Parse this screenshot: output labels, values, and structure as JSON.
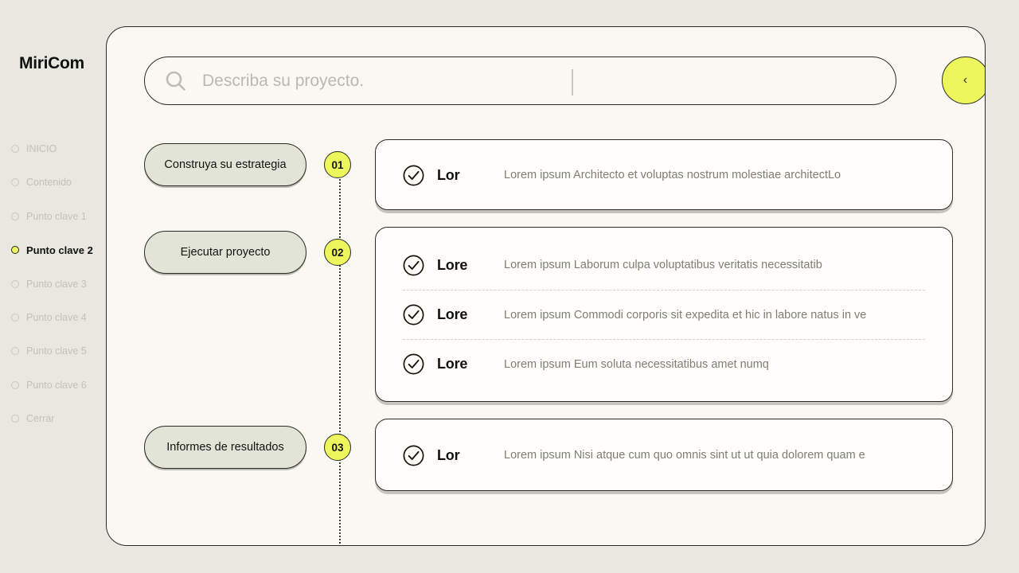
{
  "brand": "MiriCom",
  "sidebar": {
    "items": [
      {
        "label": "INICIO",
        "active": false
      },
      {
        "label": "Contenido",
        "active": false
      },
      {
        "label": "Punto clave 1",
        "active": false
      },
      {
        "label": "Punto clave 2",
        "active": true
      },
      {
        "label": "Punto clave 3",
        "active": false
      },
      {
        "label": "Punto clave 4",
        "active": false
      },
      {
        "label": "Punto clave 5",
        "active": false
      },
      {
        "label": "Punto clave 6",
        "active": false
      },
      {
        "label": "Cerrar",
        "active": false
      }
    ]
  },
  "search": {
    "placeholder": "Describa su proyecto.",
    "value": "",
    "icon": "search-icon"
  },
  "back_button": {
    "glyph": "‹",
    "icon": "chevron-left-icon"
  },
  "steps": [
    {
      "number": "01",
      "label": "Construya su estrategia"
    },
    {
      "number": "02",
      "label": "Ejecutar proyecto"
    },
    {
      "number": "03",
      "label": "Informes de resultados"
    }
  ],
  "cards": [
    {
      "rows": [
        {
          "icon": "check-circle-icon",
          "label": "Lor",
          "text": "Lorem ipsum Architecto et voluptas nostrum molestiae architectLo"
        }
      ]
    },
    {
      "rows": [
        {
          "icon": "check-circle-icon",
          "label": "Lore",
          "text": "Lorem ipsum Laborum culpa voluptatibus veritatis necessitatib"
        },
        {
          "icon": "check-circle-icon",
          "label": "Lore",
          "text": "Lorem ipsum Commodi corporis sit expedita et hic in labore natus in ve"
        },
        {
          "icon": "check-circle-icon",
          "label": "Lore",
          "text": "Lorem ipsum Eum soluta necessitatibus amet numq"
        }
      ]
    },
    {
      "rows": [
        {
          "icon": "check-circle-icon",
          "label": "Lor",
          "text": "Lorem ipsum Nisi atque cum quo omnis sint ut ut quia dolorem quam e"
        }
      ]
    }
  ],
  "colors": {
    "accent_yellow": "#edf65c",
    "page_background": "#e8e8e0",
    "panel_background": "#faf8f2",
    "pill_background": "#e2e4d8",
    "card_background": "#fffefb",
    "muted_text": "#7d7d76",
    "ink": "#2b2b26"
  }
}
